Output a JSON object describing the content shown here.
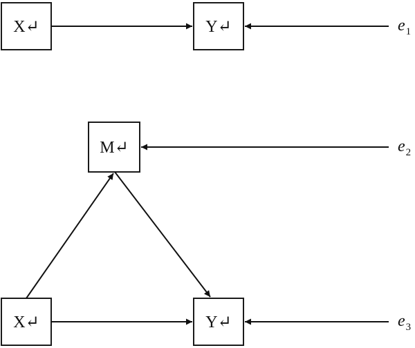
{
  "diagram_1": {
    "nodes": {
      "x": "X↵",
      "y": "Y↵"
    },
    "error": {
      "base": "e",
      "sub": "1"
    }
  },
  "diagram_2": {
    "nodes": {
      "m": "M↵",
      "x": "X↵",
      "y": "Y↵"
    },
    "errors": [
      {
        "base": "e",
        "sub": "2"
      },
      {
        "base": "e",
        "sub": "3"
      }
    ]
  },
  "colors": {
    "stroke": "#111111",
    "background": "#ffffff"
  }
}
